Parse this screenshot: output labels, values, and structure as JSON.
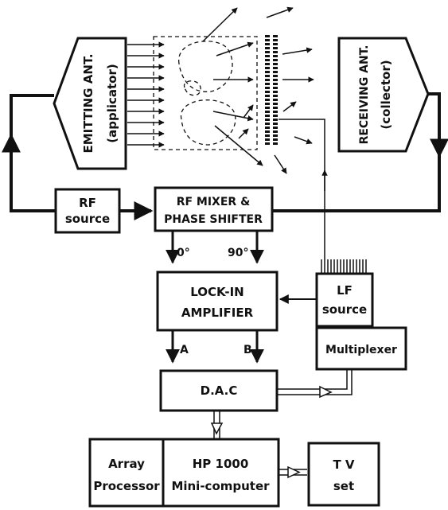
{
  "emitting_antenna": {
    "line1": "EMITTING ANT.",
    "line2": "(applicator)"
  },
  "receiving_antenna": {
    "line1": "RECEIVING ANT.",
    "line2": "(collector)"
  },
  "rf_source": {
    "line1": "RF",
    "line2": "source"
  },
  "rf_mixer": {
    "line1": "RF MIXER &",
    "line2": "PHASE SHIFTER"
  },
  "phase_labels": {
    "zero": "0°",
    "ninety": "90°"
  },
  "lock_in": {
    "line1": "LOCK-IN",
    "line2": "AMPLIFIER"
  },
  "channel_labels": {
    "a": "A",
    "b": "B"
  },
  "lf_source": {
    "line1": "LF",
    "line2": "source"
  },
  "multiplexer": {
    "label": "Multiplexer"
  },
  "dac": {
    "label": "D.A.C"
  },
  "array_processor": {
    "line1": "Array",
    "line2": "Processor"
  },
  "minicomputer": {
    "line1": "HP 1000",
    "line2": "Mini-computer"
  },
  "tv": {
    "line1": "T V",
    "line2": "set"
  }
}
